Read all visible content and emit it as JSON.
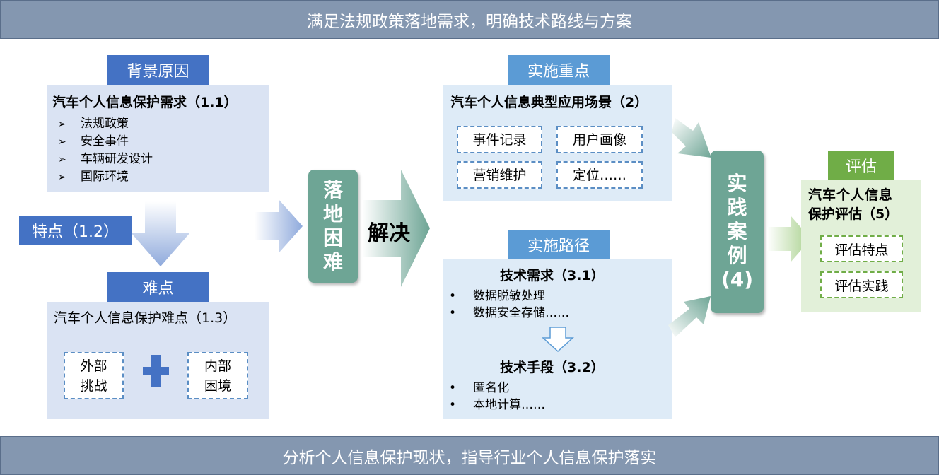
{
  "header": "满足法规政策落地需求，明确技术路线与方案",
  "footer": "分析个人信息保护现状，指导行业个人信息保护落实",
  "background": {
    "tab": "背景原因",
    "title": "汽车个人信息保护需求（1.1）",
    "items": [
      "法规政策",
      "安全事件",
      "车辆研发设计",
      "国际环境"
    ],
    "bullet": "➢"
  },
  "features": "特点（1.2）",
  "difficulty": {
    "tab": "难点",
    "title": "汽车个人信息保护难点（1.3）",
    "external": [
      "外部",
      "挑战"
    ],
    "internal": [
      "内部",
      "困境"
    ]
  },
  "landing": [
    "落",
    "地",
    "困",
    "难"
  ],
  "solve": "解决",
  "focus": {
    "tab": "实施重点",
    "title": "汽车个人信息典型应用场景（2）",
    "scenes": [
      "事件记录",
      "用户画像",
      "营销维护",
      "定位……"
    ]
  },
  "path": {
    "tab": "实施路径",
    "req_title": "技术需求（3.1）",
    "req_items": [
      "数据脱敏处理",
      "数据安全存储……"
    ],
    "means_title": "技术手段（3.2）",
    "means_items": [
      "匿名化",
      "本地计算……"
    ],
    "bullet": "•"
  },
  "cases": [
    "实",
    "践",
    "案",
    "例",
    "(4)"
  ],
  "eval": {
    "tab": "评估",
    "title_lines": [
      "汽车个人信息",
      "保护评估（5）"
    ],
    "items": [
      "评估特点",
      "评估实践"
    ]
  }
}
